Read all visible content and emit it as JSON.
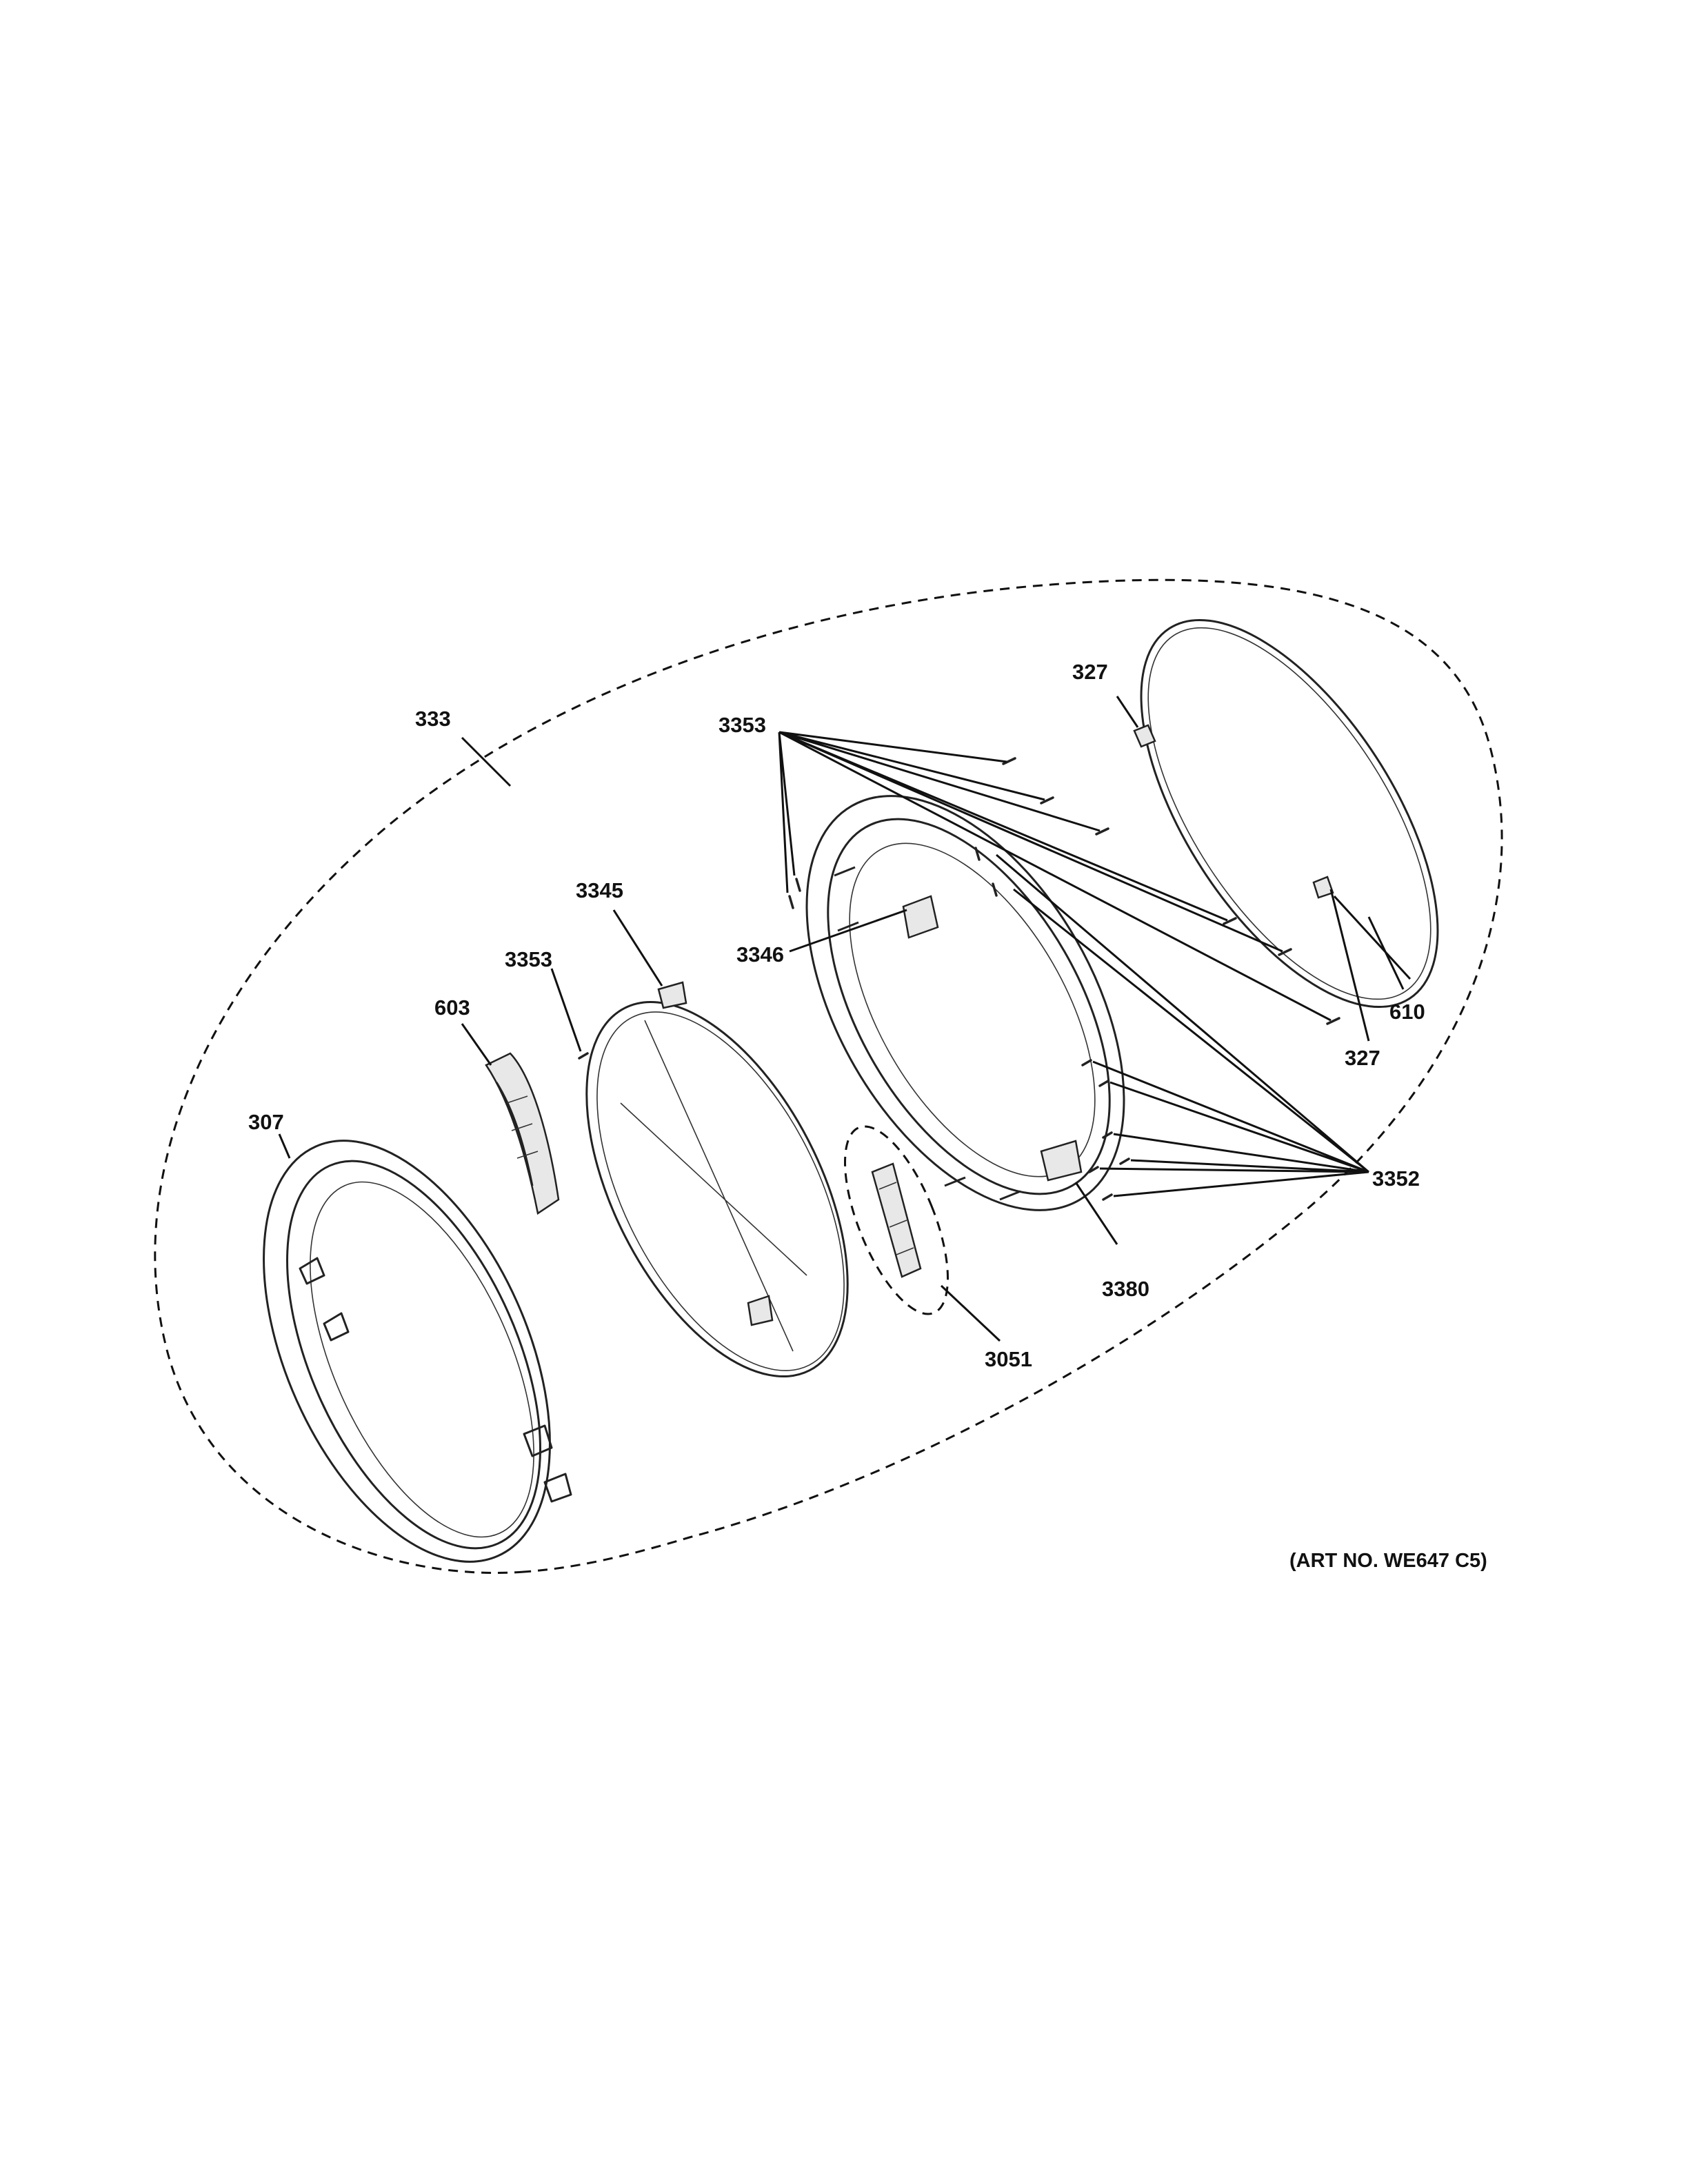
{
  "callouts": {
    "c333": "333",
    "c3353_top": "3353",
    "c327_top": "327",
    "c3345": "3345",
    "c3346": "3346",
    "c3353_left": "3353",
    "c603": "603",
    "c307": "307",
    "c610": "610",
    "c327_right": "327",
    "c3352": "3352",
    "c3380": "3380",
    "c3051": "3051"
  },
  "art_number": "(ART NO. WE647 C5)"
}
